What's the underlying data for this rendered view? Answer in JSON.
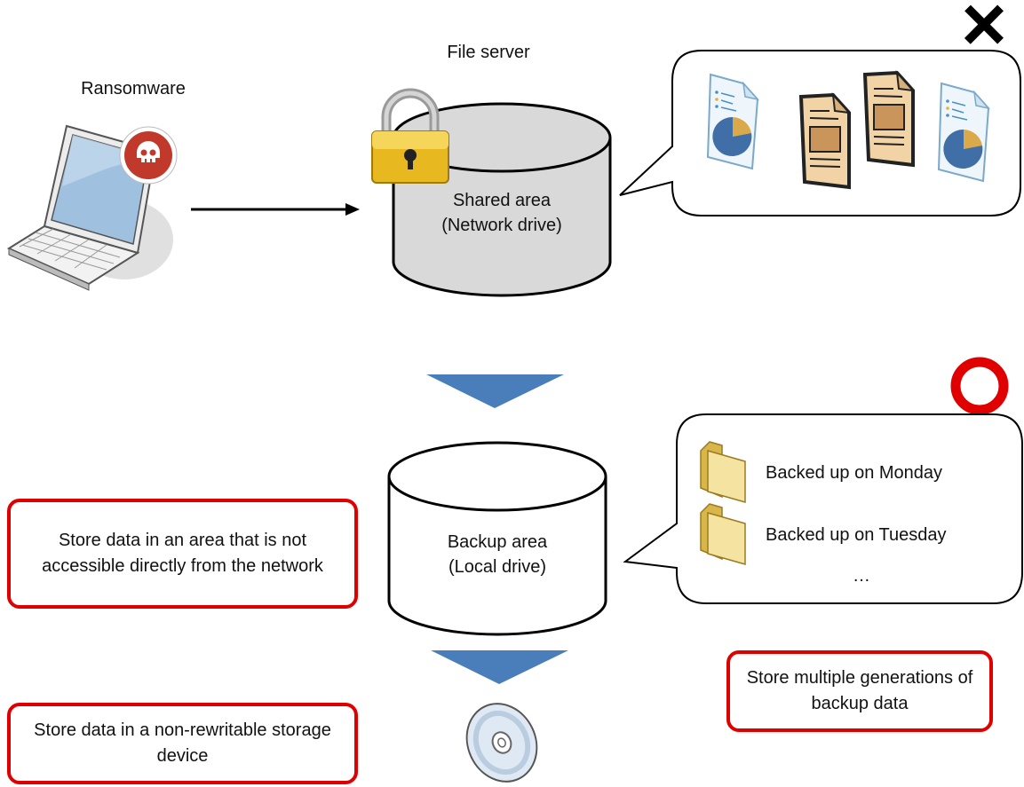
{
  "labels": {
    "ransomware": "Ransomware",
    "file_server": "File server",
    "shared_area_line1": "Shared area",
    "shared_area_line2": "(Network drive)",
    "backup_area_line1": "Backup area",
    "backup_area_line2": "(Local drive)"
  },
  "backups": {
    "monday": "Backed up on Monday",
    "tuesday": "Backed up on Tuesday",
    "ellipsis": "…"
  },
  "notes": {
    "not_accessible": "Store data in an area that is not accessible directly from the network",
    "non_rewritable": "Store data in a non-rewritable storage device",
    "multiple_generations": "Store multiple generations of backup data"
  },
  "marks": {
    "bad": "×",
    "good": "○"
  },
  "colors": {
    "arrow_blue": "#4a7ebb",
    "highlight_red": "#e00000",
    "ransomware_badge": "#c0392b",
    "lock_gold": "#e8b820",
    "disk_gray": "#d9d9d9"
  }
}
